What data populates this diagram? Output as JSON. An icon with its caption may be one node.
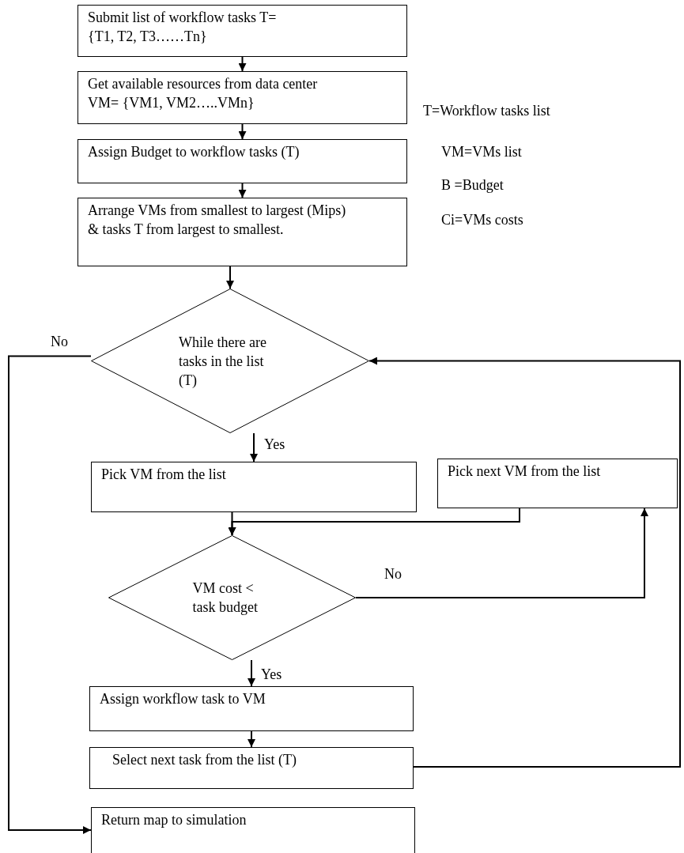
{
  "diagram": {
    "nodes": [
      {
        "text": [
          "Submit list of workflow tasks T= {T1, T2, T3……Tn}"
        ]
      },
      {
        "text": [
          "Get available resources from data center VM= {VM1, VM2…..VMn}"
        ]
      },
      {
        "text": [
          "Assign Budget to workflow tasks (T)"
        ]
      },
      {
        "text": [
          "Arrange VMs from smallest to largest (Mips) & tasks T from largest to smallest."
        ]
      },
      {
        "text": [
          "While there are tasks in the list (T)"
        ]
      },
      {
        "text": [
          "Pick VM from the list"
        ]
      },
      {
        "text": [
          "Pick next VM from the list"
        ]
      },
      {
        "text": [
          "VM cost < task budget"
        ]
      },
      {
        "text": [
          "Assign workflow task to VM"
        ]
      },
      {
        "text": [
          "Select next task from the list (T)"
        ]
      },
      {
        "text": [
          "Return map to simulation"
        ]
      }
    ],
    "edges": [
      {
        "from": 0,
        "to": 1,
        "arrow": "to"
      },
      {
        "from": 1,
        "to": 2,
        "arrow": "to"
      },
      {
        "from": 2,
        "to": 3,
        "arrow": "to"
      },
      {
        "from": 3,
        "to": 4,
        "arrow": "to"
      },
      {
        "from": 4,
        "to": 5,
        "arrow": "to",
        "label": "Yes"
      },
      {
        "from": 5,
        "to": 7,
        "arrow": "to"
      },
      {
        "from": 6,
        "to": 7,
        "arrow": "to"
      },
      {
        "from": 7,
        "to": 8,
        "arrow": "to",
        "label": "Yes"
      },
      {
        "from": 7,
        "to": 6,
        "arrow": "to",
        "label": "No"
      },
      {
        "from": 8,
        "to": 9,
        "arrow": "to"
      },
      {
        "from": 9,
        "to": 4,
        "arrow": "to"
      },
      {
        "from": 4,
        "to": 10,
        "arrow": "to",
        "label": "No"
      }
    ],
    "labels": [
      "T=Workflow tasks list",
      "VM=VMs list",
      "B =Budget",
      "Ci=VMs costs"
    ]
  }
}
